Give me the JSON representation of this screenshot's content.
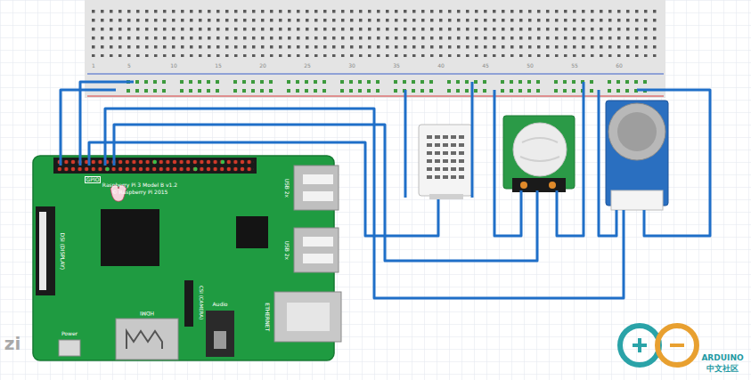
{
  "diagram": {
    "nodes": [
      {
        "text": [
          "Raspberry Pi 3 Model B v1.2",
          "© Raspberry Pi 2015"
        ]
      }
    ],
    "labels": [
      "GPIO",
      "USB 2x",
      "USB 2x",
      "ETHERNET",
      "HDMI",
      "CSI (CAMERA)",
      "Audio",
      "DSI (DISPLAY)",
      "Power",
      "zi",
      "ARDUINO",
      "中文社区",
      "1",
      "5",
      "10",
      "15",
      "20",
      "25",
      "30",
      "35",
      "40",
      "45",
      "50",
      "55",
      "60"
    ]
  }
}
